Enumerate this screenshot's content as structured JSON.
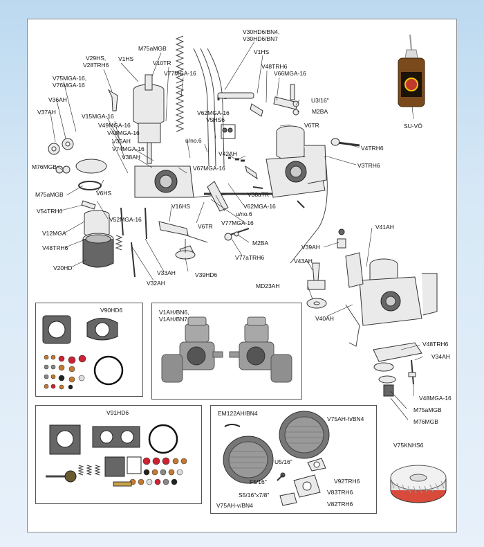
{
  "labels": {
    "v30hd6": "V30HD6/BN4,",
    "v30hd6b": "V30HD6/BN7",
    "m75amgb_top": "M75aMGB",
    "v29hs": "V29HS,",
    "v28trh6": "V28TRH6",
    "v1hs_a": "V1HS",
    "v10tr": "V10TR",
    "v1hs_b": "V1HS",
    "v48trh6_top": "V48TRH6",
    "v66mga": "V66MGA-16",
    "v75mga": "V75MGA-16,",
    "v76mga": "V76MGA-16",
    "v77mga_top": "V77MGA-16",
    "u3_16": "U3/16\"",
    "m2ba_top": "M2BA",
    "v36ah": "V36AH",
    "v37ah": "V37AH",
    "v15mga": "V15MGA-16",
    "v62mga_top": "V62MGA-16",
    "v5hs6": "V5HS6",
    "v6tr_top": "V6TR",
    "v49mga": "V49MGA-16",
    "v48mga_left": "V48MGA-16",
    "v35ah": "V35AH",
    "v74mga": "V74MGA-16",
    "u_no6_top": "u/no.6",
    "v4trh6": "V4TRH6",
    "v42ah": "V42AH",
    "v38ah": "V38AH",
    "v67mga": "V67MGA-16",
    "v3trh6": "V3TRH6",
    "m76mgb_left": "M76MGB",
    "m75amgb_left": "M75aMGB",
    "v6hs": "V6HS",
    "v38atr": "V38aTR",
    "v54trh6": "V54TRH6",
    "v16hs": "V16HS",
    "v62mga_mid": "V62MGA-16",
    "u_no6_mid": "u/no.6",
    "v52mga": "V52MGA-16",
    "v77mga_mid": "V77MGA-16",
    "v12mga": "V12MGA",
    "v6tr_mid": "V6TR",
    "v48trh6_left": "V48TRH6",
    "m2ba_mid": "M2BA",
    "v77atrh6": "V77aTRH6",
    "v20hd": "V20HD",
    "v33ah": "V33AH",
    "v39hd6": "V39HD6",
    "v32ah": "V32AH",
    "su_vo": "SU-VÖ",
    "v41ah": "V41AH",
    "v39ah": "V39AH",
    "v43ah": "V43AH",
    "md23ah": "MD23AH",
    "v40ah": "V40AH",
    "v90hd6": "V90HD6",
    "v1ah_bn6": "V1AH/BN6,",
    "v1ah_bn7": "V1AH/BN7",
    "v48trh6_right": "V48TRH6",
    "v34ah": "V34AH",
    "v48mga_right": "V48MGA-16",
    "m75amgb_right": "M75aMGB",
    "m76mgb_right": "M76MGB",
    "v91hd6": "V91HD6",
    "em122ah": "EM122AH/BN4",
    "v75ah_h": "V75AH-h/BN4",
    "u5_16": "U5/16\"",
    "f5_16": "F5/16\"",
    "v92trh6": "V92TRH6",
    "s5_16": "S5/16\"x7/8\"",
    "v83trh6": "V83TRH6",
    "v82trh6": "V82TRH6",
    "v75ah_v": "V75AH-v/BN4",
    "v75knhs6": "V75KNHS6"
  }
}
